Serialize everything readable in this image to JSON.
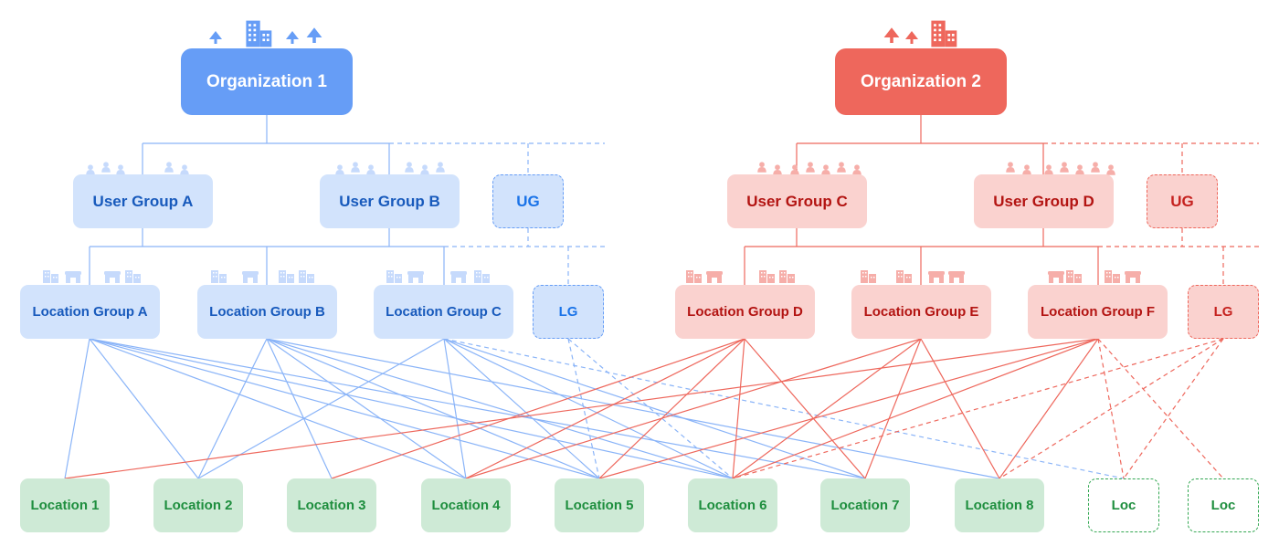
{
  "organizations": [
    {
      "label": "Organization 1"
    },
    {
      "label": "Organization 2"
    }
  ],
  "user_groups": [
    {
      "label": "User Group A"
    },
    {
      "label": "User Group B"
    },
    {
      "label": "UG"
    },
    {
      "label": "User Group C"
    },
    {
      "label": "User Group D"
    },
    {
      "label": "UG"
    }
  ],
  "location_groups": [
    {
      "label": "Location Group A"
    },
    {
      "label": "Location Group B"
    },
    {
      "label": "Location Group C"
    },
    {
      "label": "LG"
    },
    {
      "label": "Location Group D"
    },
    {
      "label": "Location Group E"
    },
    {
      "label": "Location Group F"
    },
    {
      "label": "LG"
    }
  ],
  "locations": [
    {
      "label": "Location 1"
    },
    {
      "label": "Location 2"
    },
    {
      "label": "Location 3"
    },
    {
      "label": "Location 4"
    },
    {
      "label": "Location 5"
    },
    {
      "label": "Location 6"
    },
    {
      "label": "Location 7"
    },
    {
      "label": "Location 8"
    },
    {
      "label": "Loc"
    },
    {
      "label": "Loc"
    }
  ],
  "colors": {
    "org1": "#669df6",
    "org2": "#ee675c",
    "blue_group": "#d2e3fc",
    "red_group": "#fad2cf",
    "location": "#ceead6",
    "blue_line": "#8ab4f8",
    "red_line": "#ee675c"
  },
  "icons": [
    "tree-icon",
    "building-icon",
    "people-icon",
    "storefront-icon"
  ]
}
